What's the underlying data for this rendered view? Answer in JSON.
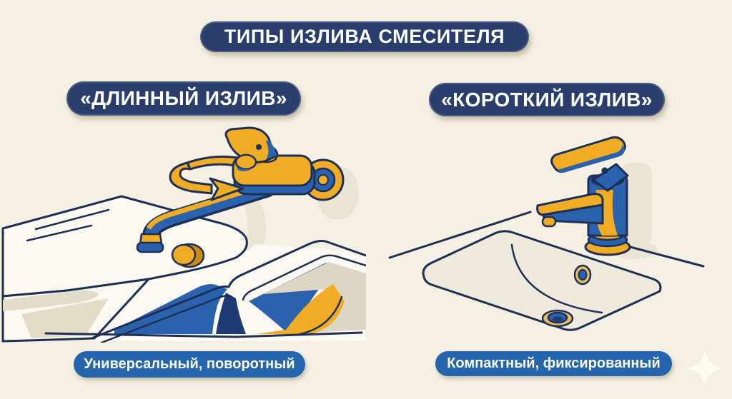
{
  "title": "ТИПЫ ИЗЛИВА СМЕСИТЕЛЯ",
  "panels": {
    "left": {
      "heading": "«ДЛИННЫЙ ИЗЛИВ»",
      "caption": "Универсальный, поворотный",
      "illustration_alt": "wall-mounted-mixer-with-long-swivel-spout-over-double-sink"
    },
    "right": {
      "heading": "«КОРОТКИЙ ИЗЛИВ»",
      "caption": "Компактный, фиксированный",
      "illustration_alt": "compact-monobloc-basin-mixer-with-short-fixed-spout"
    }
  },
  "icons": {
    "rotation_arrow": "curved-rotation-arrow",
    "sparkle": "four-point-star"
  },
  "palette": {
    "background": "#F5F0E3",
    "outline_navy": "#1E2F55",
    "pill_navy": "#2A3E6E",
    "pill_blue": "#2565AD",
    "text_white": "#FFFFFF",
    "accent_yellow": "#EFAC24",
    "accent_yellow_dark": "#C98A1E",
    "ring_gold": "#E5BE62",
    "accent_blue": "#2A62AE",
    "accent_blue_dark": "#1E3B74",
    "illustration_white": "#FBF9F2",
    "basin_beige": "#EFEADB",
    "soft_shadow": "#EAE4D5",
    "shadow_beige": "#E3DCC9",
    "deep_beige": "#DDD6C4"
  }
}
